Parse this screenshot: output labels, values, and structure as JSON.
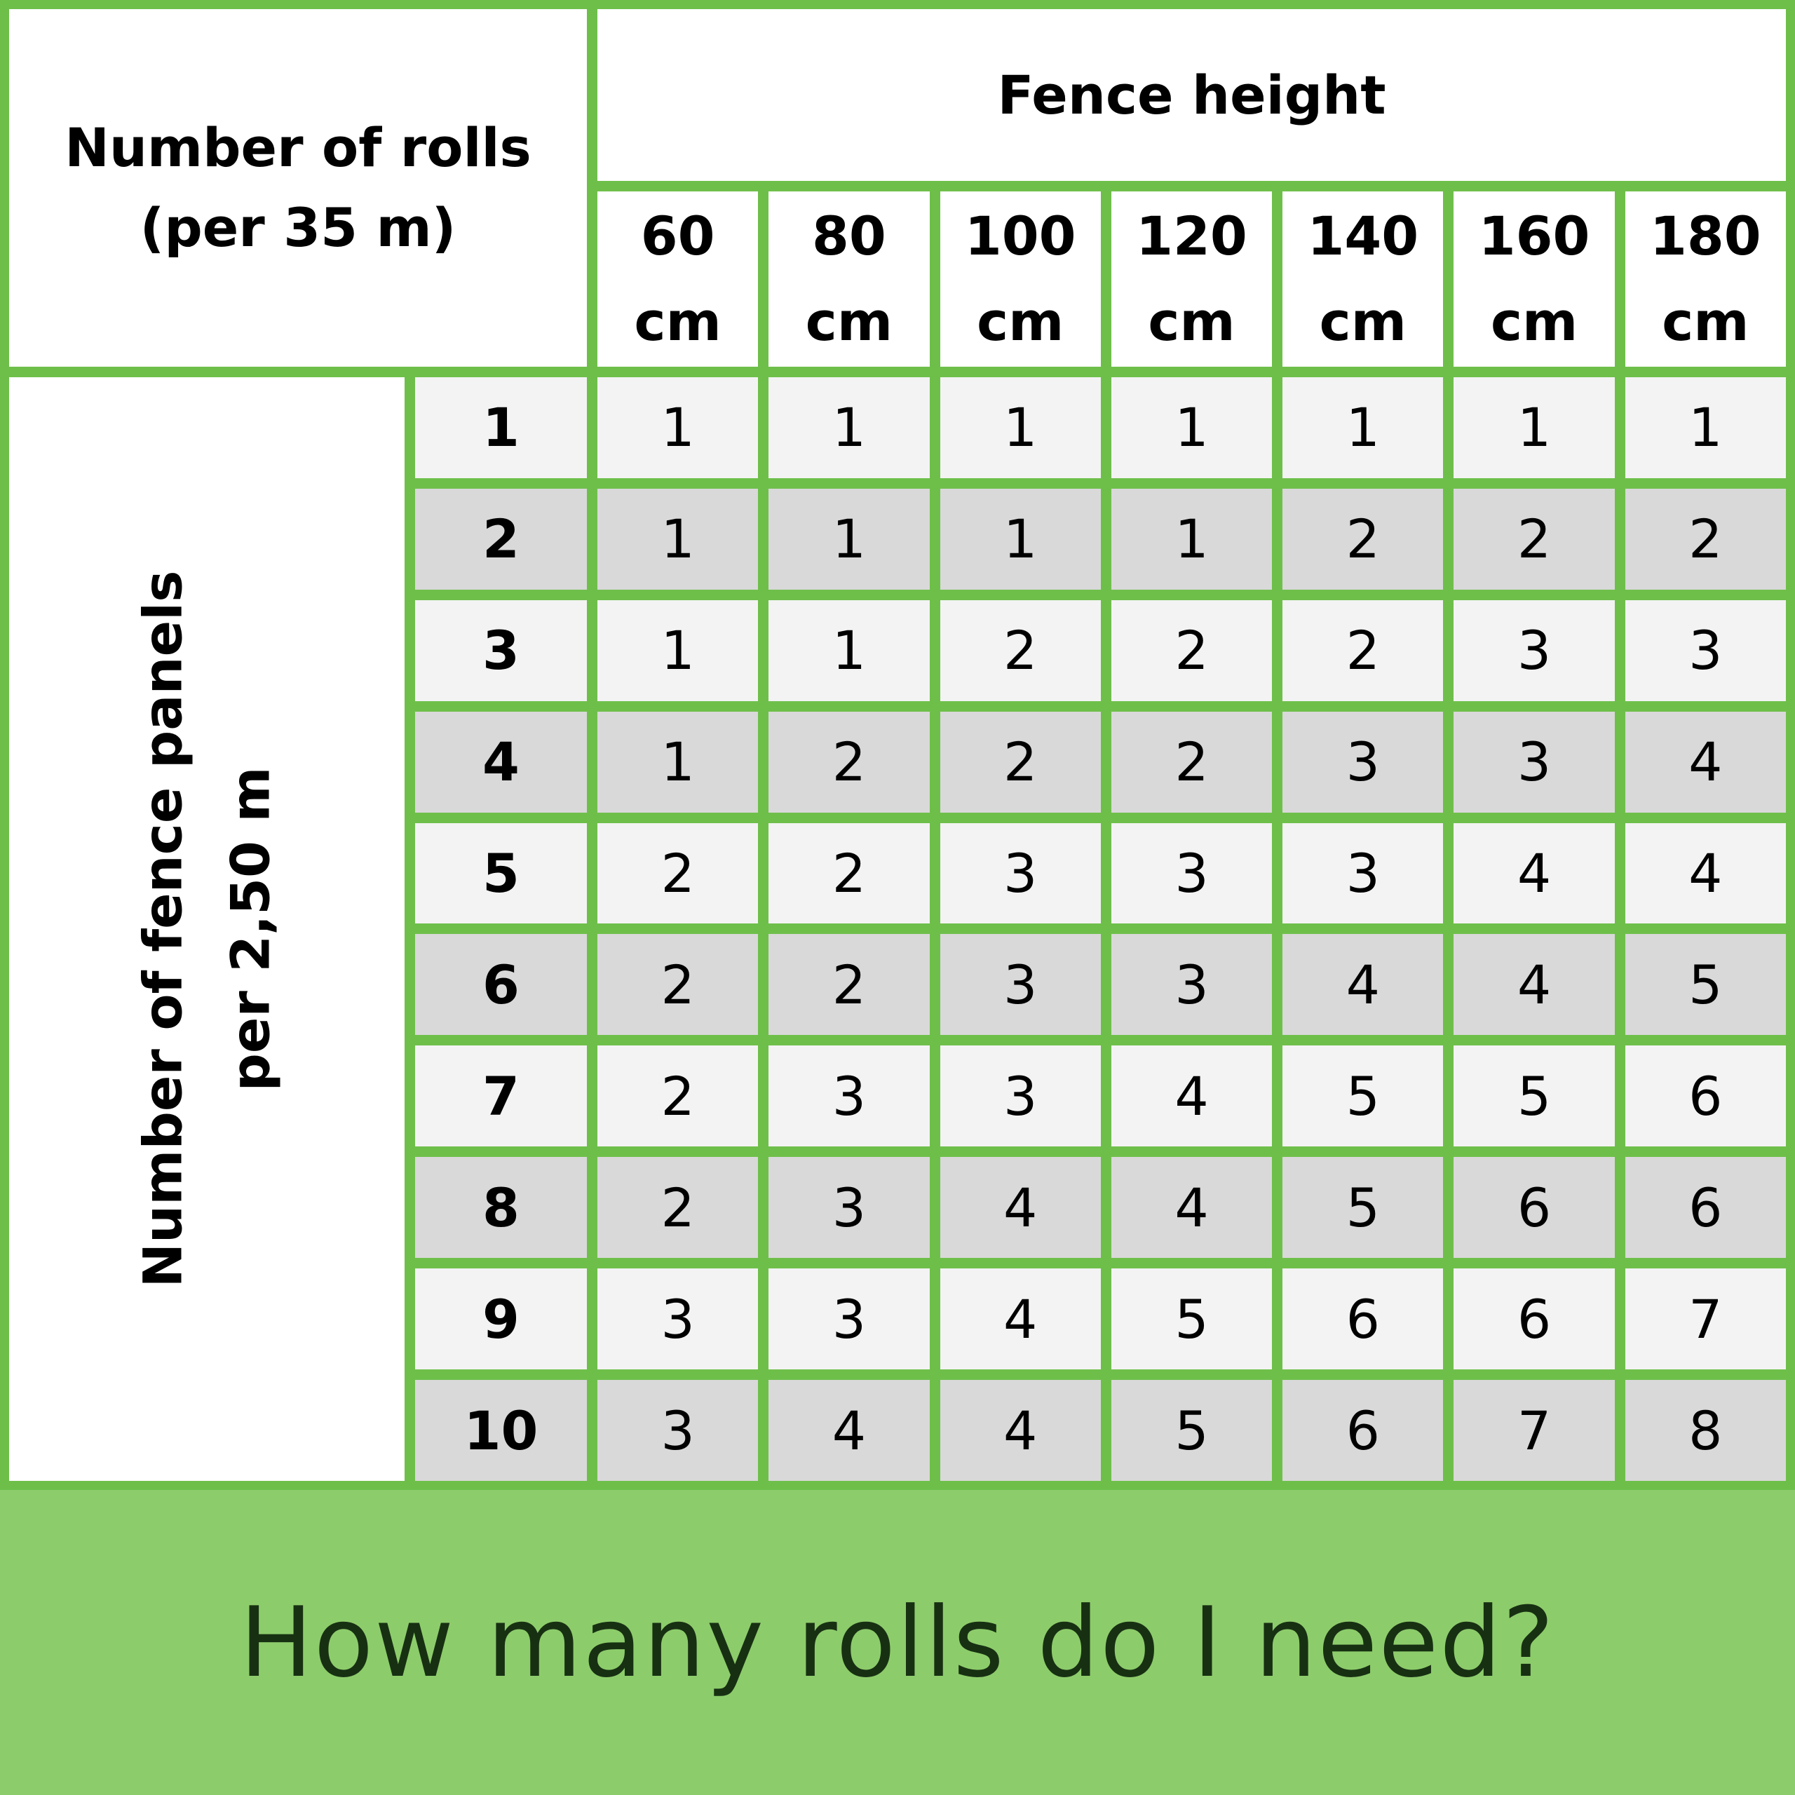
{
  "header": {
    "corner_line1": "Number of rolls",
    "corner_line2": "(per 35 m)",
    "fence_height_label": "Fence height"
  },
  "columns": [
    {
      "value": "60",
      "unit": "cm"
    },
    {
      "value": "80",
      "unit": "cm"
    },
    {
      "value": "100",
      "unit": "cm"
    },
    {
      "value": "120",
      "unit": "cm"
    },
    {
      "value": "140",
      "unit": "cm"
    },
    {
      "value": "160",
      "unit": "cm"
    },
    {
      "value": "180",
      "unit": "cm"
    }
  ],
  "row_axis": {
    "line1": "Number of fence panels",
    "line2": "per 2,50 m"
  },
  "rows": [
    {
      "label": "1",
      "values": [
        "1",
        "1",
        "1",
        "1",
        "1",
        "1",
        "1"
      ]
    },
    {
      "label": "2",
      "values": [
        "1",
        "1",
        "1",
        "1",
        "2",
        "2",
        "2"
      ]
    },
    {
      "label": "3",
      "values": [
        "1",
        "1",
        "2",
        "2",
        "2",
        "3",
        "3"
      ]
    },
    {
      "label": "4",
      "values": [
        "1",
        "2",
        "2",
        "2",
        "3",
        "3",
        "4"
      ]
    },
    {
      "label": "5",
      "values": [
        "2",
        "2",
        "3",
        "3",
        "3",
        "4",
        "4"
      ]
    },
    {
      "label": "6",
      "values": [
        "2",
        "2",
        "3",
        "3",
        "4",
        "4",
        "5"
      ]
    },
    {
      "label": "7",
      "values": [
        "2",
        "3",
        "3",
        "4",
        "5",
        "5",
        "6"
      ]
    },
    {
      "label": "8",
      "values": [
        "2",
        "3",
        "4",
        "4",
        "5",
        "6",
        "6"
      ]
    },
    {
      "label": "9",
      "values": [
        "3",
        "3",
        "4",
        "5",
        "6",
        "6",
        "7"
      ]
    },
    {
      "label": "10",
      "values": [
        "3",
        "4",
        "4",
        "5",
        "6",
        "7",
        "8"
      ]
    }
  ],
  "footer": {
    "text": "How many rolls do I need?"
  },
  "colors": {
    "grid_green": "#6ebf4a",
    "footer_green": "#8dcc6b",
    "row_light": "#f3f3f3",
    "row_dark": "#d9d9d9"
  }
}
